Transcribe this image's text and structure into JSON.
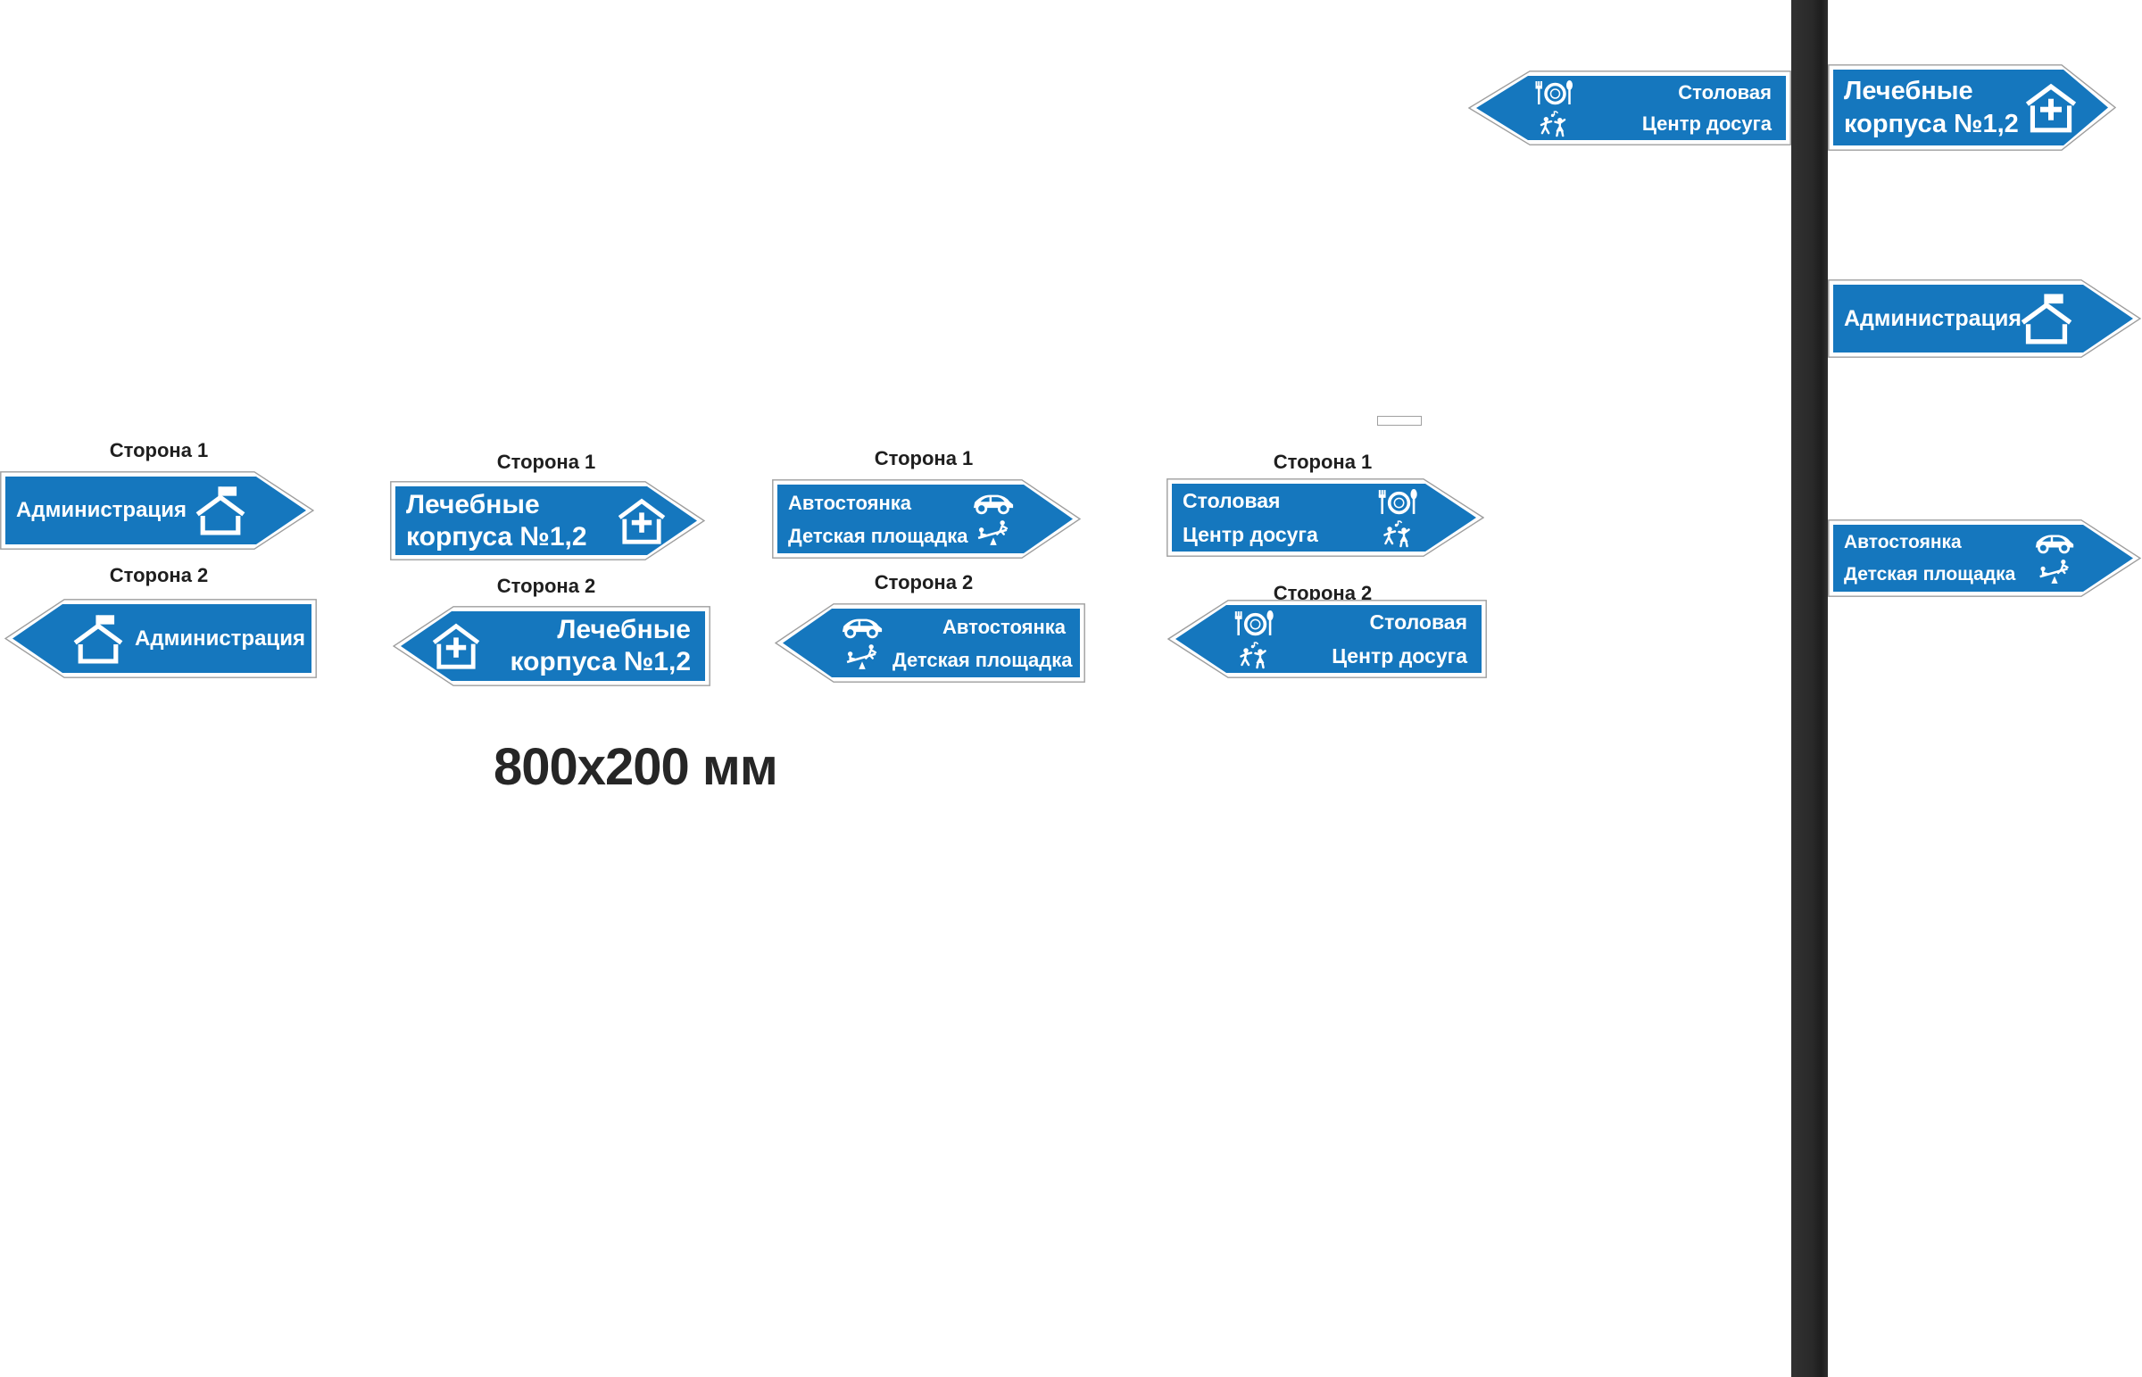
{
  "colors": {
    "sign_blue": "#1577BE",
    "sign_border_gray": "#9e9e9e",
    "pole_dark": "#2b2b2b",
    "sign_text_white": "#ffffff",
    "label_black": "#1f1f1f"
  },
  "labels": {
    "side1": "Сторона 1",
    "side2": "Сторона 2",
    "dimension": "800x200 мм"
  },
  "signs": {
    "administration": {
      "lines": [
        "Администрация"
      ],
      "icons": [
        "house-flag-icon"
      ]
    },
    "medical_buildings": {
      "lines": [
        "Лечебные",
        "корпуса №1,2"
      ],
      "icons": [
        "house-cross-icon"
      ]
    },
    "parking_playground": {
      "lines": [
        "Автостоянка",
        "Детская площадка"
      ],
      "icons": [
        "car-icon",
        "seesaw-icon"
      ]
    },
    "canteen_leisure": {
      "lines": [
        "Столовая",
        "Центр досуга"
      ],
      "icons": [
        "dining-icon",
        "dance-icon"
      ]
    }
  }
}
